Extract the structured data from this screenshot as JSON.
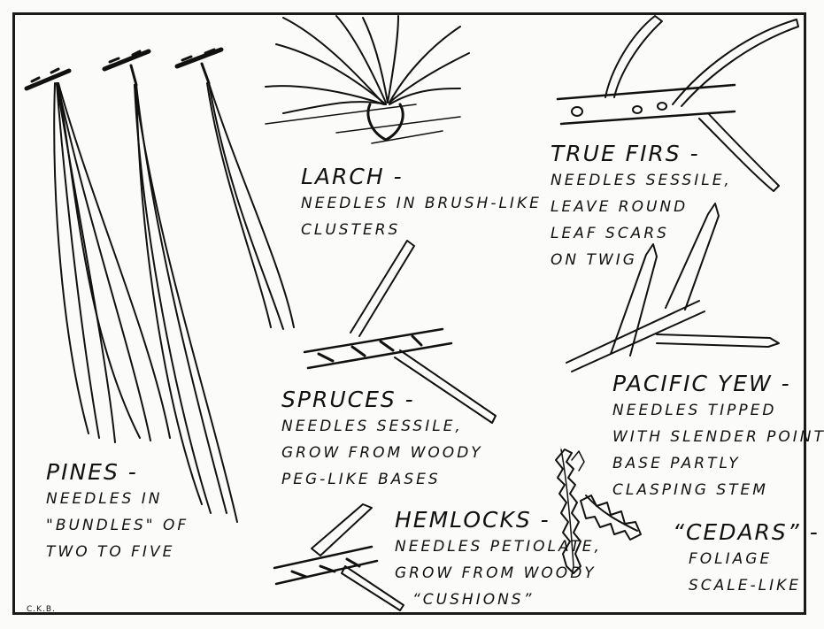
{
  "pines": {
    "title": "PINES -",
    "lines": [
      "NEEDLES IN",
      "\"BUNDLES\" OF",
      "TWO TO FIVE"
    ]
  },
  "larch": {
    "title": "LARCH -",
    "lines": [
      "NEEDLES IN BRUSH-LIKE",
      "CLUSTERS"
    ]
  },
  "true_firs": {
    "title": "TRUE FIRS -",
    "lines": [
      "NEEDLES SESSILE,",
      "LEAVE ROUND",
      "LEAF SCARS",
      "ON TWIG"
    ]
  },
  "spruces": {
    "title": "SPRUCES -",
    "lines": [
      "NEEDLES SESSILE,",
      "GROW FROM WOODY",
      "PEG-LIKE BASES"
    ]
  },
  "pacific_yew": {
    "title": "PACIFIC YEW -",
    "lines": [
      "NEEDLES TIPPED",
      "WITH SLENDER POINT,",
      "BASE PARTLY",
      "CLASPING STEM"
    ]
  },
  "hemlocks": {
    "title": "HEMLOCKS -",
    "lines": [
      "NEEDLES PETIOLATE,",
      "GROW FROM WOODY",
      "“CUSHIONS”"
    ]
  },
  "cedars": {
    "title": "“CEDARS” -",
    "lines": [
      "FOLIAGE",
      "SCALE-LIKE"
    ]
  },
  "artist_initials": "C.K.B.",
  "colors": {
    "ink": "#111111",
    "paper": "#fbfbf9"
  }
}
